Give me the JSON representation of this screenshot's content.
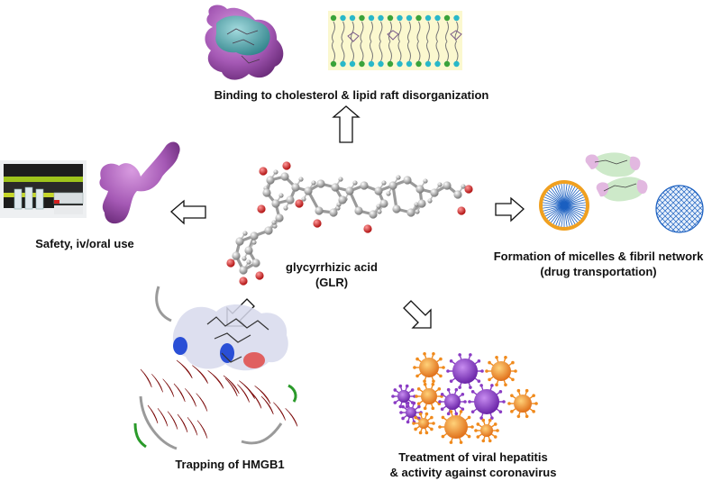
{
  "center": {
    "name": "glycyrrhizic acid",
    "abbr": "(GLR)"
  },
  "labels": {
    "top": "Binding to cholesterol & lipid raft disorganization",
    "left": "Safety, iv/oral use",
    "right_line1": "Formation of micelles & fibril network",
    "right_line2": "(drug transportation)",
    "bottom_left": "Trapping of HMGB1",
    "bottom_right_line1": "Treatment of viral hepatitis",
    "bottom_right_line2": "& activity against coronavirus"
  },
  "colors": {
    "molecule_surface": "#a559b5",
    "cholesterol_surface": "#3aa3a3",
    "helix": "#cc1f1f",
    "micelle": "#1a5fc0",
    "micelle_rim": "#f0a020",
    "virus_orange": "#f08a1c",
    "virus_purple": "#8a3cc4",
    "membrane_bg": "#fbf8cf",
    "lipid_head_cyan": "#29b8c9",
    "lipid_head_green": "#3aa33a",
    "carbon": "#8a8a8a",
    "oxygen": "#d42a2a",
    "hydrogen": "#e6e6e6"
  }
}
